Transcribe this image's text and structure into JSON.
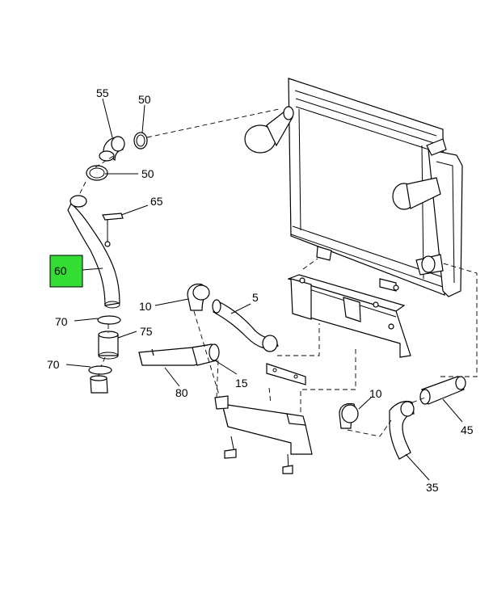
{
  "callouts": {
    "c55": "55",
    "c50a": "50",
    "c50b": "50",
    "c65": "65",
    "c60": "60",
    "c70a": "70",
    "c75": "75",
    "c70b": "70",
    "c10a": "10",
    "c5": "5",
    "c80": "80",
    "c15": "15",
    "c10b": "10",
    "c45": "45",
    "c35": "35"
  },
  "highlight": {
    "part": "60",
    "color": "#33dd33"
  }
}
